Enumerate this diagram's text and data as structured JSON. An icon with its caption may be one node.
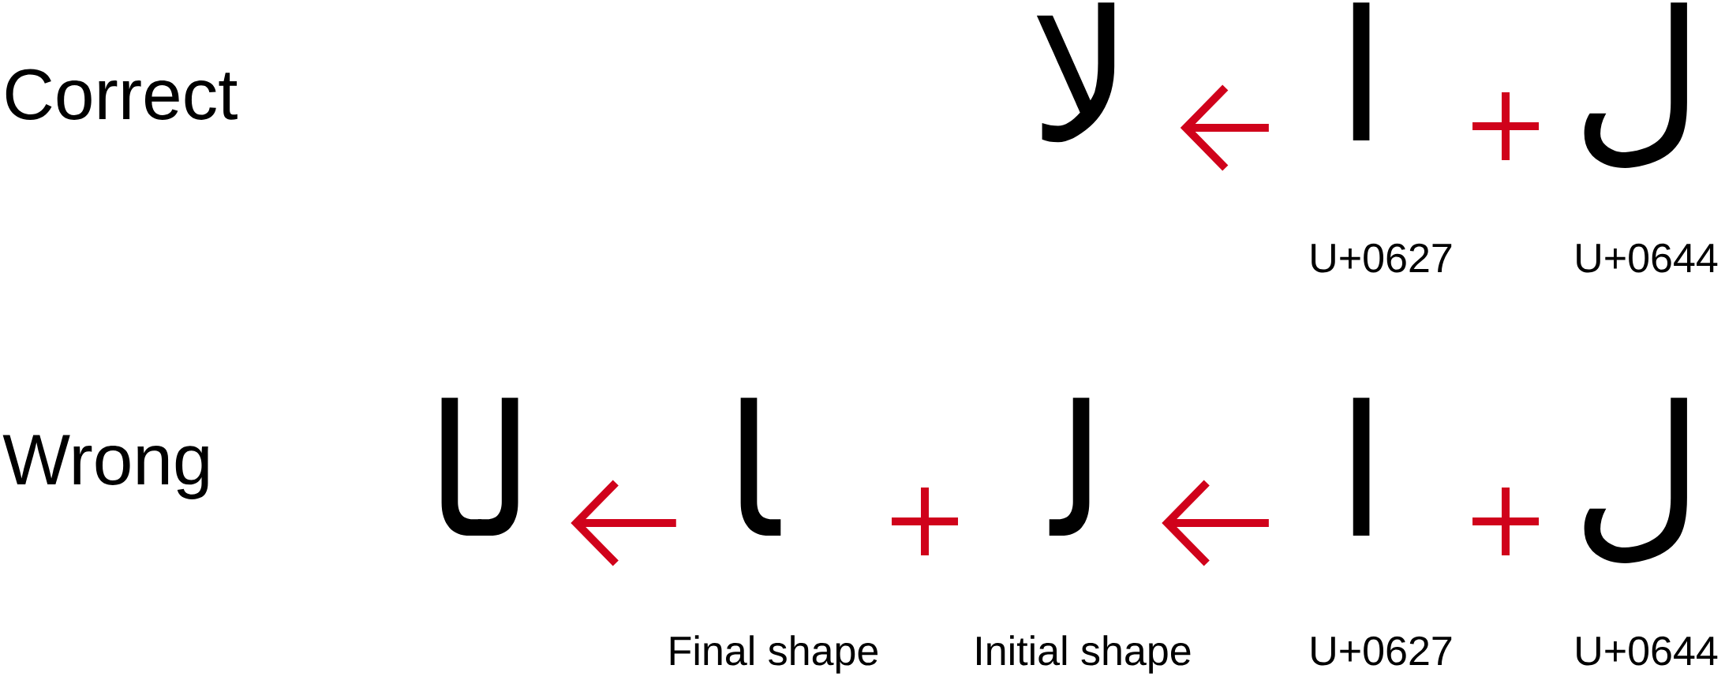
{
  "diagram": {
    "nodes": [
      {
        "text": [
          "ﻻ"
        ]
      },
      {
        "text": [
          "ا"
        ],
        "beside": [
          "U+0627"
        ]
      },
      {
        "text": [
          "ل"
        ],
        "beside": [
          "U+0644"
        ]
      },
      {
        "text": [
          "ﺎﻟ"
        ]
      },
      {
        "text": [
          "ﺎ"
        ],
        "beside": [
          "Final shape"
        ]
      },
      {
        "text": [
          "ﻟ"
        ],
        "beside": [
          "Initial shape"
        ]
      },
      {
        "text": [
          "ا"
        ],
        "beside": [
          "U+0627"
        ]
      },
      {
        "text": [
          "ل"
        ],
        "beside": [
          "U+0644"
        ]
      }
    ],
    "edges": [
      {
        "from": 1,
        "to": 0,
        "arrow": "to"
      },
      {
        "from": 4,
        "to": 3,
        "arrow": "to"
      },
      {
        "from": 6,
        "to": 5,
        "arrow": "to"
      }
    ],
    "labels": [
      "Correct",
      "Wrong"
    ]
  }
}
